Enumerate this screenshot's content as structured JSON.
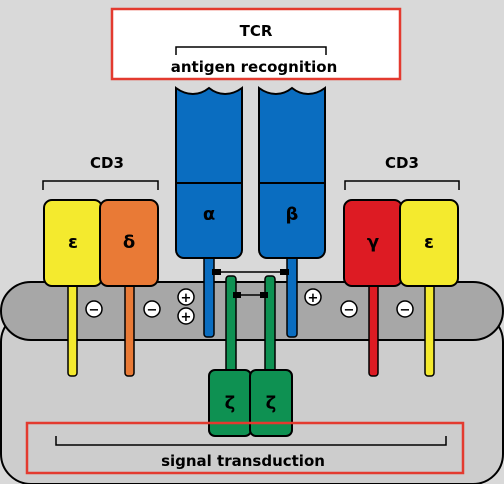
{
  "tcr": {
    "title": "TCR",
    "subtitle": "antigen recognition",
    "alpha": "α",
    "beta": "β"
  },
  "cd3_left": {
    "label": "CD3",
    "epsilon": "ε",
    "delta": "δ"
  },
  "cd3_right": {
    "label": "CD3",
    "gamma": "γ",
    "epsilon": "ε"
  },
  "zeta": {
    "left": "ζ",
    "right": "ζ"
  },
  "charges": {
    "minus": "−",
    "plus": "+"
  },
  "signal": {
    "label": "signal transduction"
  },
  "colors": {
    "background": "#d9d9d9",
    "cytoplasm": "#cdcdcd",
    "membrane": "#a7a7a7",
    "tcr_blue": "#0a6dc0",
    "epsilon_yellow": "#f4ea2e",
    "delta_orange": "#e97a36",
    "gamma_red": "#dd1b23",
    "zeta_green": "#0e9152",
    "box_red": "#e33a2f"
  }
}
